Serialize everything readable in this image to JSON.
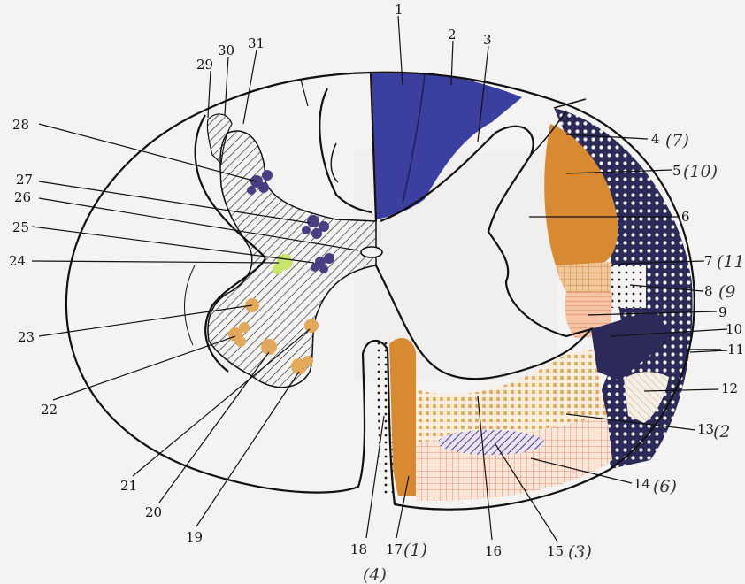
{
  "labels": [
    {
      "id": "1",
      "text": "1"
    },
    {
      "id": "2",
      "text": "2"
    },
    {
      "id": "3",
      "text": "3"
    },
    {
      "id": "4",
      "text": "4"
    },
    {
      "id": "5",
      "text": "5"
    },
    {
      "id": "6",
      "text": "6"
    },
    {
      "id": "7",
      "text": "7"
    },
    {
      "id": "8",
      "text": "8"
    },
    {
      "id": "9",
      "text": "9"
    },
    {
      "id": "10",
      "text": "10"
    },
    {
      "id": "11",
      "text": "11"
    },
    {
      "id": "12",
      "text": "12"
    },
    {
      "id": "13",
      "text": "13"
    },
    {
      "id": "14",
      "text": "14"
    },
    {
      "id": "15",
      "text": "15"
    },
    {
      "id": "16",
      "text": "16"
    },
    {
      "id": "17",
      "text": "17"
    },
    {
      "id": "18",
      "text": "18"
    },
    {
      "id": "19",
      "text": "19"
    },
    {
      "id": "20",
      "text": "20"
    },
    {
      "id": "21",
      "text": "21"
    },
    {
      "id": "22",
      "text": "22"
    },
    {
      "id": "23",
      "text": "23"
    },
    {
      "id": "24",
      "text": "24"
    },
    {
      "id": "25",
      "text": "25"
    },
    {
      "id": "26",
      "text": "26"
    },
    {
      "id": "27",
      "text": "27"
    },
    {
      "id": "28",
      "text": "28"
    },
    {
      "id": "29",
      "text": "29"
    },
    {
      "id": "30",
      "text": "30"
    },
    {
      "id": "31",
      "text": "31"
    }
  ],
  "handwritten": [
    {
      "id": "h4",
      "text": "(7)"
    },
    {
      "id": "h5",
      "text": "(10)"
    },
    {
      "id": "h7",
      "text": "(11"
    },
    {
      "id": "h8",
      "text": "(9"
    },
    {
      "id": "h13",
      "text": "(2"
    },
    {
      "id": "h14",
      "text": "(6)"
    },
    {
      "id": "h15",
      "text": "(3)"
    },
    {
      "id": "h17",
      "text": "(1)"
    },
    {
      "id": "h18",
      "text": "(4)"
    }
  ],
  "colors": {
    "outline": "#111111",
    "dorsal_column_blue": "#3b3fa0",
    "tract_orange": "#d88a33",
    "dotted_navy": "#2b2a58",
    "nucleus_purple": "#4a3e82",
    "nucleus_green": "#c8e66a",
    "nucleus_peach": "#e3a85a",
    "grid_peach": "#f0b98d",
    "paper": "#f4f3f1"
  }
}
